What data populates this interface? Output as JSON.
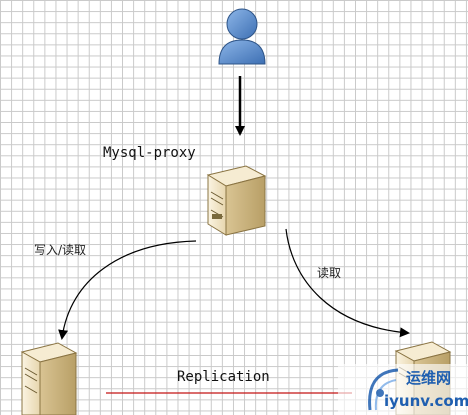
{
  "diagram": {
    "proxy_label": "Mysql-proxy",
    "write_read_label": "写入/读取",
    "read_label": "读取",
    "replication_label": "Replication"
  },
  "watermark": {
    "cn_text": "运维网",
    "url_text": "iyunv.com"
  },
  "colors": {
    "user_fill": "#5b8fd0",
    "server_body": "#f3e6c8",
    "replication_line": "#c41414",
    "watermark": "#1f5fb0"
  }
}
